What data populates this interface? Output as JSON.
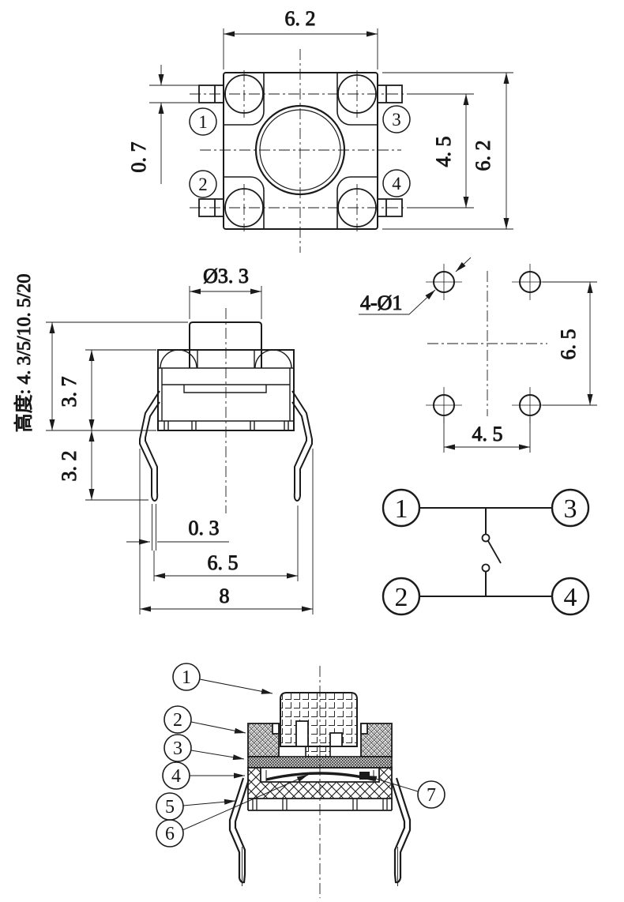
{
  "colors": {
    "line": "#1b1b1b",
    "background": "#ffffff"
  },
  "top_view": {
    "dim_width": "6. 2",
    "dim_pin_thickness": "0. 7",
    "dim_pin_pitch": "4. 5",
    "dim_body_height": "6. 2",
    "pin1": "1",
    "pin2": "2",
    "pin3": "3",
    "pin4": "4"
  },
  "front_view": {
    "dim_stem_diameter": "Ø3. 3",
    "dim_height_options": "高度: 4. 3/5/10. 5/20",
    "dim_body_height": "3. 7",
    "dim_lead_length": "3. 2",
    "dim_lead_thickness": "0. 3",
    "dim_lead_span": "6. 5",
    "dim_overall_span": "8"
  },
  "pcb_layout": {
    "label_holes": "4-Ø1",
    "dim_vertical_pitch": "6. 5",
    "dim_horizontal_pitch": "4. 5"
  },
  "circuit": {
    "terminal1": "1",
    "terminal2": "2",
    "terminal3": "3",
    "terminal4": "4"
  },
  "section_view": {
    "callout1": "1",
    "callout2": "2",
    "callout3": "3",
    "callout4": "4",
    "callout5": "5",
    "callout6": "6",
    "callout7": "7"
  }
}
